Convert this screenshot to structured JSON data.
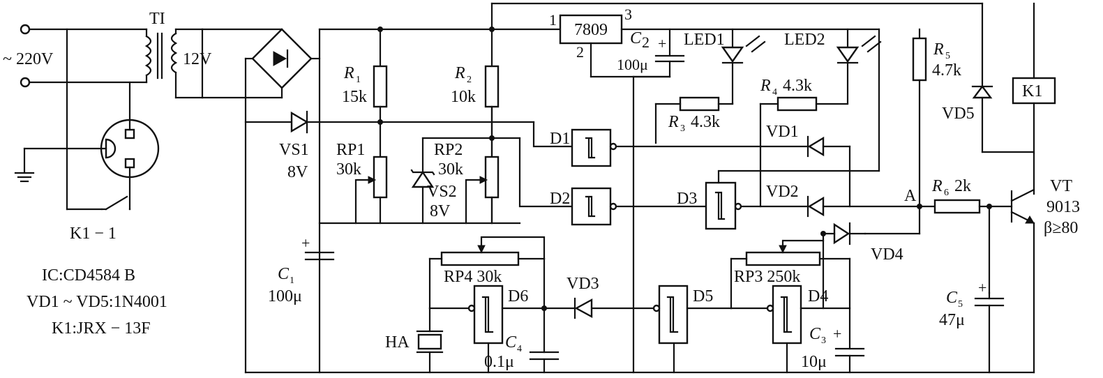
{
  "labels": {
    "mains": "~ 220V",
    "transformer": "TI",
    "secondary": "12V",
    "relay_contact": "K1 − 1",
    "regulator": "7809",
    "reg_pin1": "1",
    "reg_pin2": "2",
    "reg_pin3": "3",
    "c2_name": "C",
    "c2_sub": "2",
    "c2_value": "100μ",
    "led1": "LED1",
    "led2": "LED2",
    "r5_name": "R",
    "r5_sub": "5",
    "r5_value": "4.7k",
    "k1": "K1",
    "vd5": "VD5",
    "r1_name": "R",
    "r1_sub": "1",
    "r1_value": "15k",
    "r2_name": "R",
    "r2_sub": "2",
    "r2_value": "10k",
    "r4": "R",
    "r4_sub": "4",
    "r4_value": "4.3k",
    "r3": "R",
    "r3_sub": "3",
    "r3_value": "4.3k",
    "vs1_name": "VS1",
    "vs1_value": "8V",
    "rp1_name": "RP1",
    "rp1_value": "30k",
    "rp2_name": "RP2",
    "rp2_value": "30k",
    "vs2_name": "VS2",
    "vs2_value": "8V",
    "d1": "D1",
    "d2": "D2",
    "d3": "D3",
    "d4": "D4",
    "d5": "D5",
    "d6": "D6",
    "vd1": "VD1",
    "vd2": "VD2",
    "vd3": "VD3",
    "vd4": "VD4",
    "node_a": "A",
    "r6_name": "R",
    "r6_sub": "6",
    "r6_value": "2k",
    "vt_name": "VT",
    "vt_type": "9013",
    "vt_beta": "β≥80",
    "c1_name": "C",
    "c1_sub": "1",
    "c1_value": "100μ",
    "rp4": "RP4 30k",
    "rp3": "RP3 250k",
    "ha": "HA",
    "c4_name": "C",
    "c4_sub": "4",
    "c4_value": "0.1μ",
    "c3_name": "C",
    "c3_sub": "3",
    "c3_value": "10μ",
    "c5_name": "C",
    "c5_sub": "5",
    "c5_value": "47μ",
    "plus": "+"
  },
  "notes": [
    "IC:CD4584 B",
    "VD1 ~ VD5:1N4001",
    "K1:JRX − 13F"
  ]
}
